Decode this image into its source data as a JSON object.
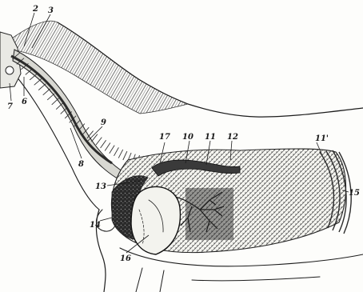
{
  "figure": {
    "labels": [
      {
        "id": "l2",
        "text": "2"
      },
      {
        "id": "l3",
        "text": "3"
      },
      {
        "id": "l6",
        "text": "6"
      },
      {
        "id": "l7",
        "text": "7"
      },
      {
        "id": "l8",
        "text": "8"
      },
      {
        "id": "l9",
        "text": "9"
      },
      {
        "id": "l10",
        "text": "10"
      },
      {
        "id": "l11",
        "text": "11"
      },
      {
        "id": "l11p",
        "text": "11'"
      },
      {
        "id": "l12",
        "text": "12"
      },
      {
        "id": "l13",
        "text": "13"
      },
      {
        "id": "l14",
        "text": "14"
      },
      {
        "id": "l15",
        "text": "15"
      },
      {
        "id": "l16",
        "text": "16"
      },
      {
        "id": "l17",
        "text": "17"
      }
    ],
    "colors": {
      "ink": "#1c1c1c",
      "paper": "#fdfdfb",
      "shade": "#4a4a4a"
    }
  }
}
